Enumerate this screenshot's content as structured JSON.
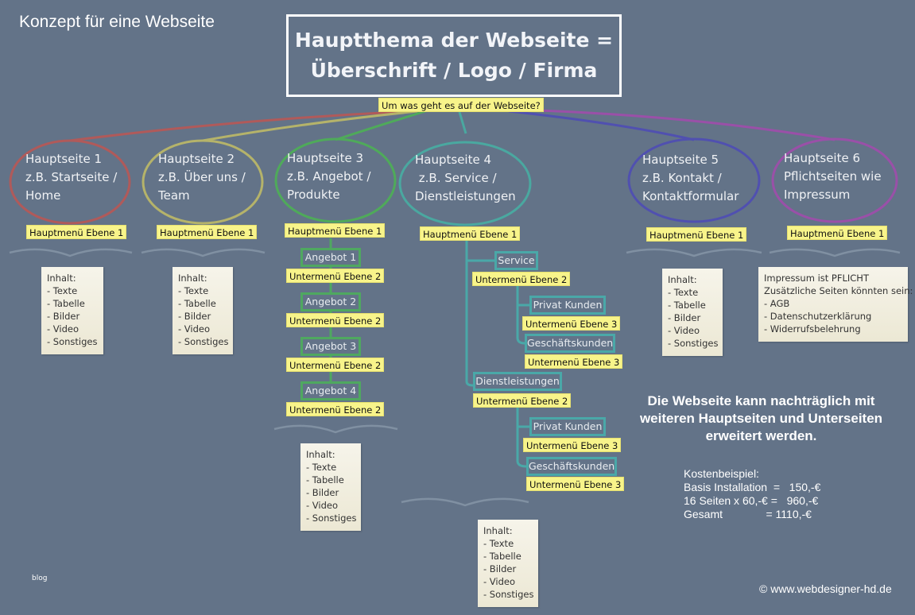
{
  "title": "Konzept für eine Webseite",
  "main_topic": {
    "line1": "Hauptthema der Webseite =",
    "line2": "Überschrift / Logo / Firma"
  },
  "central_question": "Um was geht es auf der Webseite?",
  "colors": {
    "background": "#637388",
    "label_yellow": "#f8f48a",
    "page1": "#b05a5a",
    "page2": "#b5b36a",
    "page3": "#4faa5a",
    "page4": "#4aa8a0",
    "page5": "#5050b0",
    "page6": "#9a50a8"
  },
  "pages": [
    {
      "text": "Hauptseite 1\nz.B. Startseite /\nHome",
      "label": "Hauptmenü Ebene 1"
    },
    {
      "text": "Hauptseite 2\nz.B. Über uns /\nTeam",
      "label": "Hauptmenü Ebene 1"
    },
    {
      "text": "Hauptseite 3\nz.B. Angebot /\nProdukte",
      "label": "Hauptmenü Ebene 1"
    },
    {
      "text": "Hauptseite 4\n z.B. Service /\nDienstleistungen",
      "label": "Hauptmenü Ebene 1"
    },
    {
      "text": "Hauptseite 5\nz.B. Kontakt /\nKontaktformular",
      "label": "Hauptmenü Ebene 1"
    },
    {
      "text": "Hauptseite 6\nPflichtseiten wie\nImpressum",
      "label": "Hauptmenü Ebene 1"
    }
  ],
  "angebote": [
    {
      "name": "Angebot 1",
      "label": "Untermenü Ebene 2"
    },
    {
      "name": "Angebot 2",
      "label": "Untermenü Ebene 2"
    },
    {
      "name": "Angebot 3",
      "label": "Untermenü Ebene 2"
    },
    {
      "name": "Angebot 4",
      "label": "Untermenü Ebene 2"
    }
  ],
  "service_tree": {
    "service": {
      "name": "Service",
      "label": "Untermenü Ebene 2",
      "children": [
        {
          "name": "Privat Kunden",
          "label": "Untermenü Ebene 3"
        },
        {
          "name": "Geschäftskunden",
          "label": "Untermenü Ebene 3"
        }
      ]
    },
    "dienstleistungen": {
      "name": "Dienstleistungen",
      "label": "Untermenü Ebene 2",
      "children": [
        {
          "name": "Privat Kunden",
          "label": "Untermenü Ebene 3"
        },
        {
          "name": "Geschäftskunden",
          "label": "Untermenü Ebene 3"
        }
      ]
    }
  },
  "content_note": "Inhalt:\n- Texte\n- Tabelle\n- Bilder\n- Video\n- Sonstiges",
  "impressum_note": "Impressum ist PFLICHT\nZusätzliche Seiten könnten sein:\n- AGB\n- Datenschutzerklärung\n- Widerrufsbelehrung",
  "extension_text": "Die Webseite kann nachträglich mit weiteren Hauptseiten und Unterseiten erweitert werden.",
  "cost_example": "Kostenbeispiel:\nBasis Installation  =   150,-€\n16 Seiten x 60,-€ =   960,-€\nGesamt              = 1110,-€",
  "footer_left": "blog",
  "copyright": "© www.webdesigner-hd.de"
}
